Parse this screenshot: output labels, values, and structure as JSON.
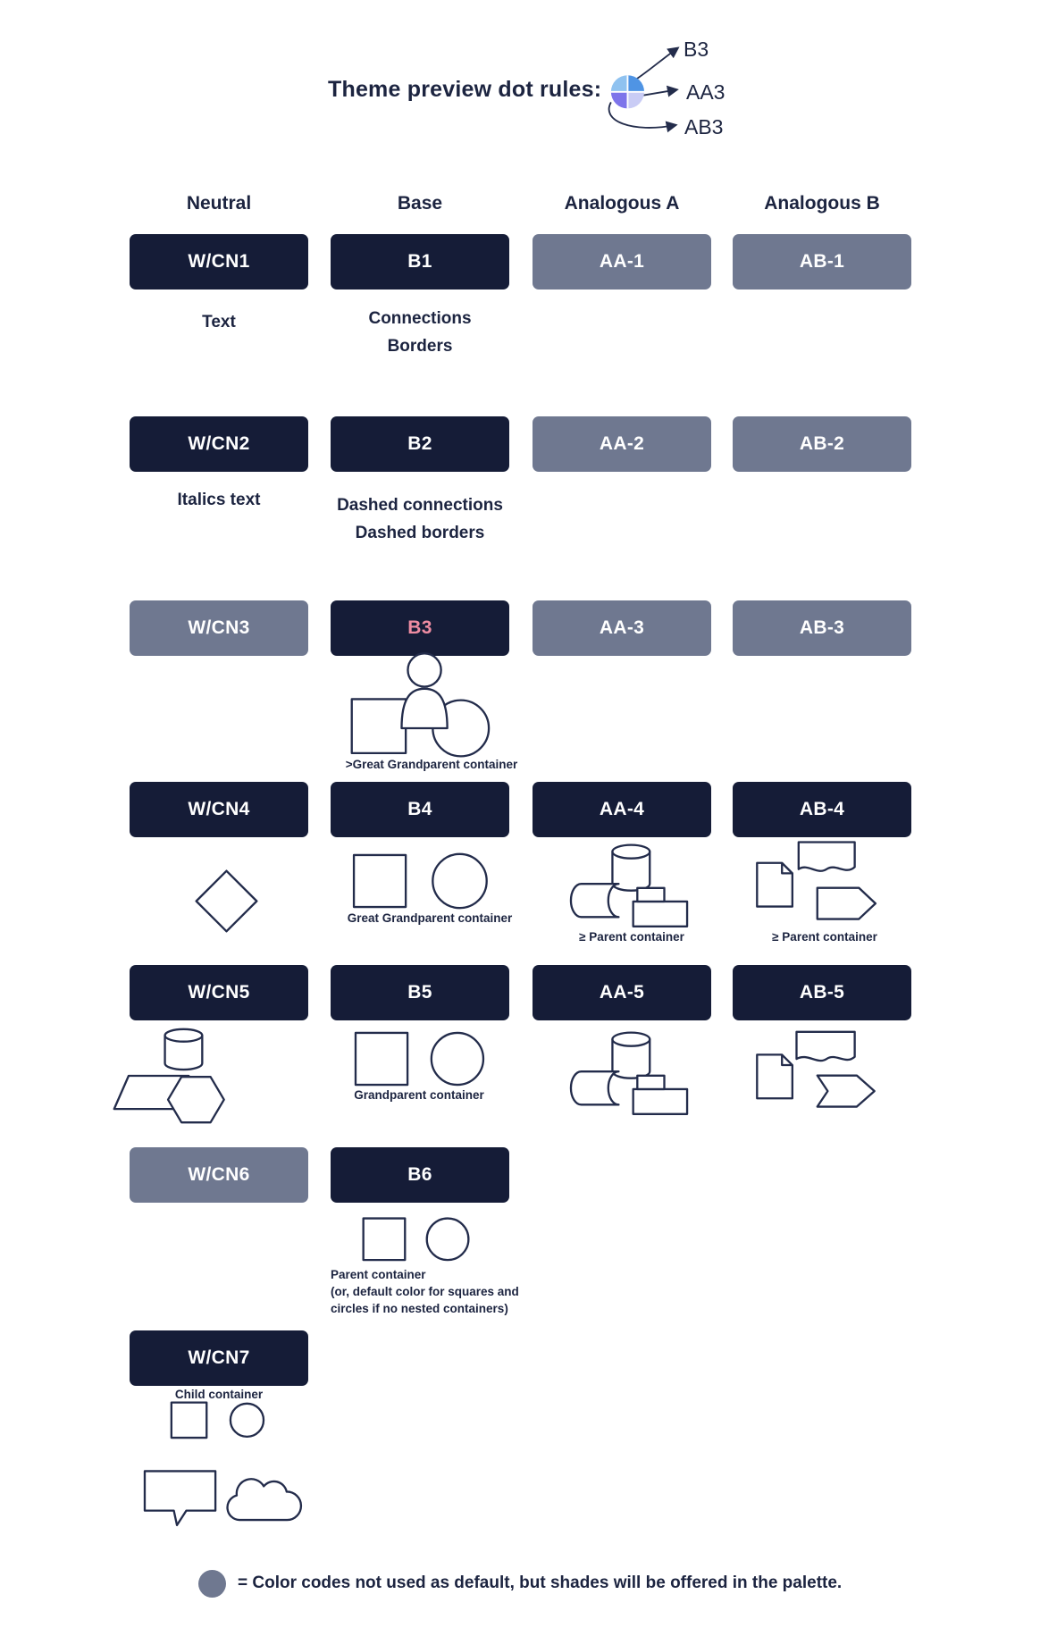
{
  "colors": {
    "dark_fill": "#151C37",
    "gray_fill": "#6F7890",
    "accent_pink": "#EE8CA2",
    "outline": "#232C4B",
    "dot_blue_light": "#8FC2F0",
    "dot_blue": "#4F94E4",
    "dot_purple": "#7D74EA",
    "dot_lavender": "#C9CCF5"
  },
  "header": {
    "title": "Theme preview dot rules:",
    "dot_labels": {
      "top": "B3",
      "middle": "AA3",
      "bottom": "AB3"
    }
  },
  "column_headers": {
    "neutral": "Neutral",
    "base": "Base",
    "analogous_a": "Analogous A",
    "analogous_b": "Analogous B"
  },
  "swatches": {
    "wcn1": "W/CN1",
    "wcn2": "W/CN2",
    "wcn3": "W/CN3",
    "wcn4": "W/CN4",
    "wcn5": "W/CN5",
    "wcn6": "W/CN6",
    "wcn7": "W/CN7",
    "b1": "B1",
    "b2": "B2",
    "b3": "B3",
    "b4": "B4",
    "b5": "B5",
    "b6": "B6",
    "aa1": "AA-1",
    "aa2": "AA-2",
    "aa3": "AA-3",
    "aa4": "AA-4",
    "aa5": "AA-5",
    "ab1": "AB-1",
    "ab2": "AB-2",
    "ab3": "AB-3",
    "ab4": "AB-4",
    "ab5": "AB-5"
  },
  "captions": {
    "wcn1": "Text",
    "b1_line1": "Connections",
    "b1_line2": "Borders",
    "wcn2": "Italics text",
    "b2_line1": "Dashed connections",
    "b2_line2": "Dashed borders",
    "b3_shapes": ">Great Grandparent container",
    "b4_shapes": "Great Grandparent container",
    "aa4_shapes": "≥ Parent container",
    "ab4_shapes": "≥ Parent container",
    "b5_shapes": "Grandparent container",
    "b6_line1": "Parent container",
    "b6_line2": "(or, default color for squares and",
    "b6_line3": "circles if no nested containers)",
    "wcn7": "Child container"
  },
  "legend": {
    "text": "= Color codes not used as default, but shades will be offered in the palette."
  }
}
